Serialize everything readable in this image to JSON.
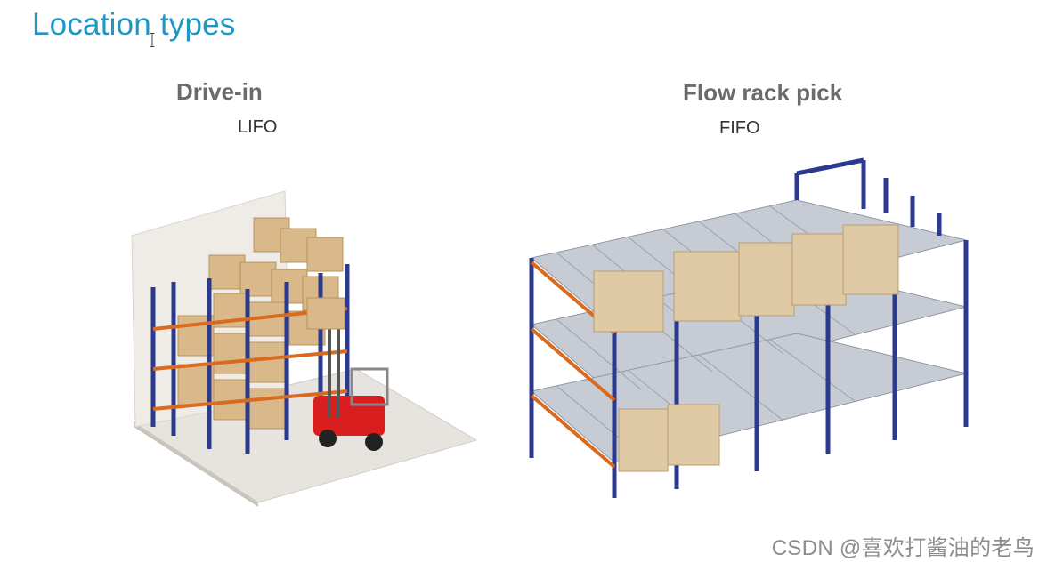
{
  "slide": {
    "title": "Location types"
  },
  "sections": [
    {
      "heading": "Drive-in",
      "method": "LIFO"
    },
    {
      "heading": "Flow rack pick",
      "method": "FIFO"
    }
  ],
  "icons": [
    "text-cursor-icon"
  ],
  "colors": {
    "title": "#1f97c4",
    "heading": "#6b6b6b",
    "rack_frame": "#2b3a8f",
    "rack_beam": "#d96a1e",
    "carton": "#d9b98a",
    "forklift": "#d81e1e"
  },
  "watermark": "CSDN @喜欢打酱油的老鸟"
}
